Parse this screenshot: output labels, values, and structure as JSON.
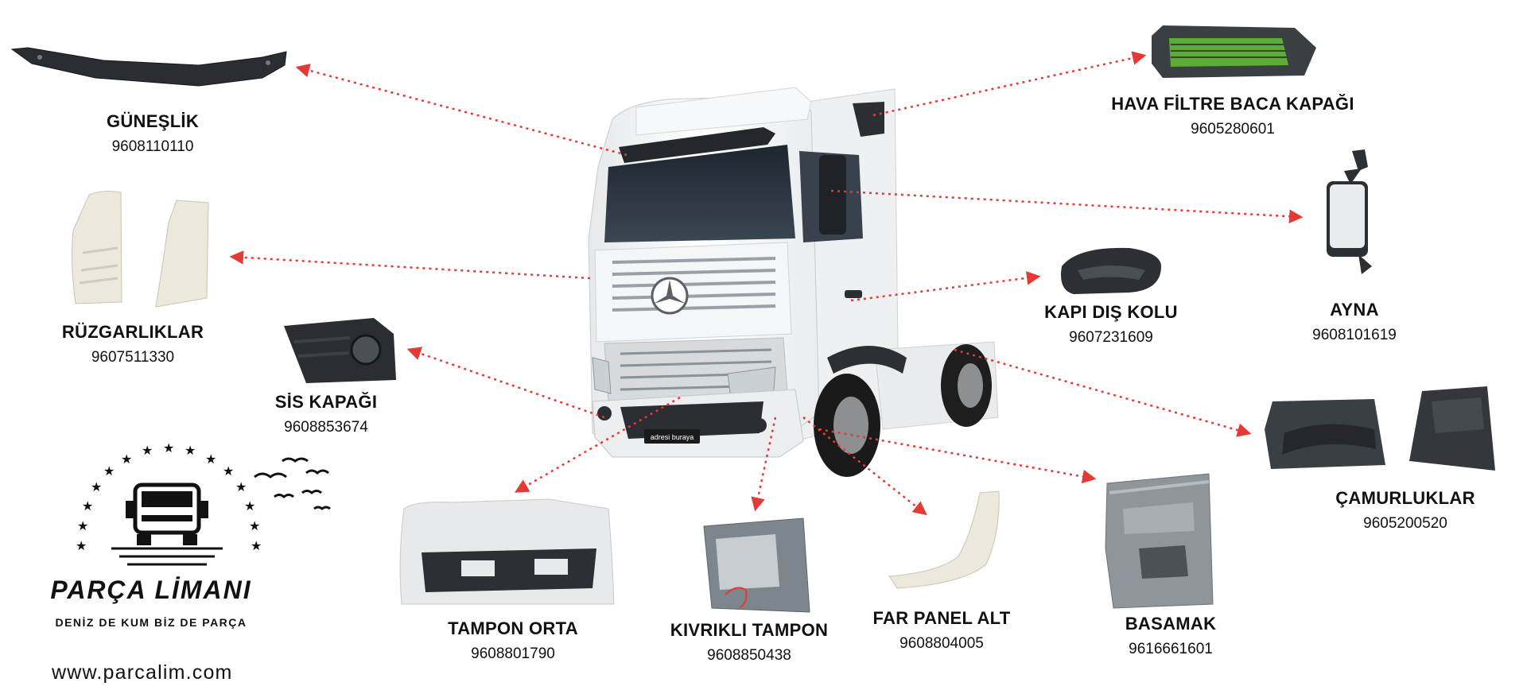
{
  "parts": [
    {
      "name": "GÜNEŞLİK",
      "code": "9608110110"
    },
    {
      "name": "RÜZGARLIKLAR",
      "code": "9607511330"
    },
    {
      "name": "SİS KAPAĞI",
      "code": "9608853674"
    },
    {
      "name": "HAVA FİLTRE BACA KAPAĞI",
      "code": "9605280601"
    },
    {
      "name": "AYNA",
      "code": "9608101619"
    },
    {
      "name": "KAPI DIŞ KOLU",
      "code": "9607231609"
    },
    {
      "name": "ÇAMURLUKLAR",
      "code": "9605200520"
    },
    {
      "name": "TAMPON ORTA",
      "code": "9608801790"
    },
    {
      "name": "KIVRIKLI TAMPON",
      "code": "9608850438"
    },
    {
      "name": "FAR PANEL ALT",
      "code": "9608804005"
    },
    {
      "name": "BASAMAK",
      "code": "9616661601"
    }
  ],
  "brand": {
    "name": "PARÇA LİMANI",
    "tagline": "DENİZ DE KUM BİZ DE PARÇA",
    "website": "www.parcalim.com"
  },
  "truck_badge": "adresi buraya",
  "colors": {
    "arrow": "#e53935",
    "text": "#111111",
    "truck_body": "#f4f5f6",
    "part_dark": "#2f3337",
    "part_cream": "#ece8dc",
    "part_grey": "#8e959b",
    "filter_green": "#5cae33"
  }
}
